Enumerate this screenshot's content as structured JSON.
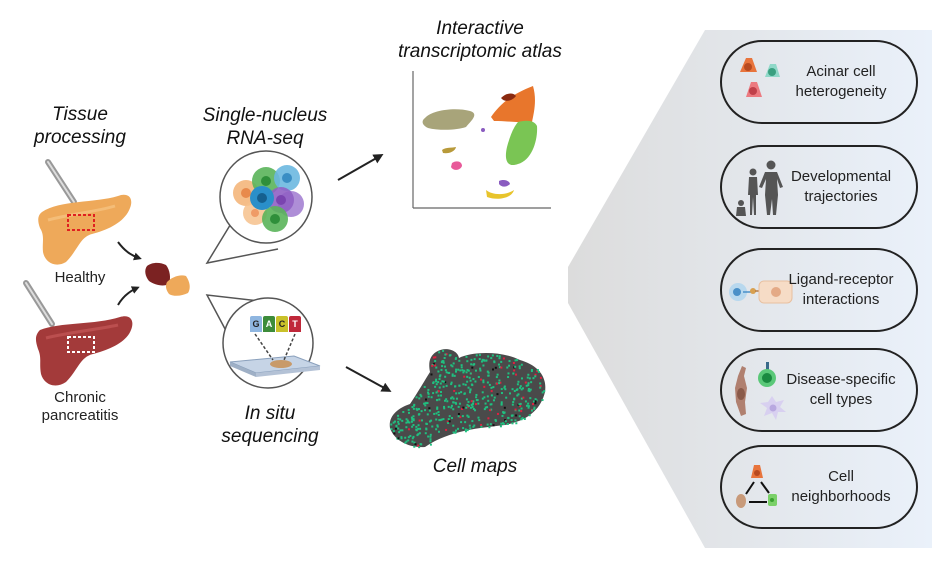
{
  "tissue": {
    "title_line1": "Tissue",
    "title_line2": "processing",
    "healthy_label": "Healthy",
    "cp_label_line1": "Chronic",
    "cp_label_line2": "pancreatitis"
  },
  "snrnaseq": {
    "title_line1": "Single-nucleus",
    "title_line2": "RNA-seq"
  },
  "insitu": {
    "title_line1": "In situ",
    "title_line2": "sequencing",
    "bases": [
      "G",
      "A",
      "C",
      "T"
    ],
    "base_colors": [
      "#8fb6e0",
      "#3d8c3a",
      "#c9c12a",
      "#c0283a"
    ]
  },
  "atlas": {
    "title_line1": "Interactive",
    "title_line2": "transcriptomic atlas",
    "cluster_colors": [
      "#a8a47a",
      "#e8762c",
      "#7ac554",
      "#e8c42c",
      "#e85a9a",
      "#b89a3a",
      "#8a5cc0",
      "#8a2a10"
    ]
  },
  "cellmap": {
    "title": "Cell maps",
    "colors": {
      "base": "#4a4a4a",
      "dots": "#20c080",
      "accent": "#e02040"
    }
  },
  "applications": {
    "panel_colors": {
      "left": "#dfdfdf",
      "right": "#eaf1fa"
    },
    "items": [
      {
        "line1": "Acinar cell",
        "line2": "heterogeneity",
        "icon": "acinar-cells-icon"
      },
      {
        "line1": "Developmental",
        "line2": "trajectories",
        "icon": "human-lifespan-icon"
      },
      {
        "line1": "Ligand-receptor",
        "line2": "interactions",
        "icon": "ligand-receptor-icon"
      },
      {
        "line1": "Disease-specific",
        "line2": "cell types",
        "icon": "disease-cells-icon"
      },
      {
        "line1": "Cell",
        "line2": "neighborhoods",
        "icon": "cell-neighborhood-icon"
      }
    ]
  }
}
